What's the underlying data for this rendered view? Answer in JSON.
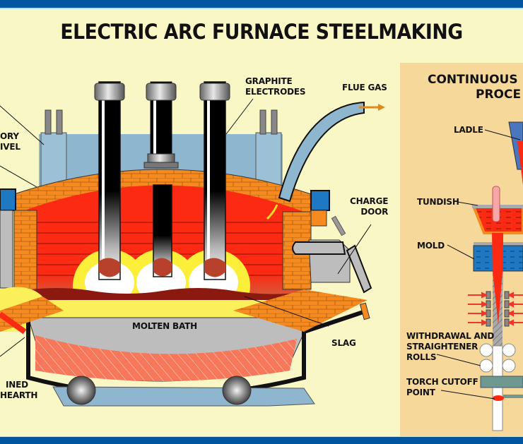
{
  "title": "ELECTRIC ARC FURNACE STEELMAKING",
  "furnace_labels": {
    "graphite_electrodes": [
      "GRAPHITE",
      "ELECTRODES"
    ],
    "flue_gas": "FLUE GAS",
    "refractory_swivel": [
      "ORY",
      "IVEL"
    ],
    "charge_door": [
      "CHARGE",
      "DOOR"
    ],
    "molten_bath": "MOLTEN BATH",
    "slag": "SLAG",
    "lined_hearth": [
      "INED",
      "HEARTH"
    ]
  },
  "casting_panel": {
    "title": [
      "CONTINUOUS",
      "PROCE"
    ],
    "labels": {
      "ladle": "LADLE",
      "tundish": "TUNDISH",
      "mold": "MOLD",
      "rolls": [
        "WITHDRAWAL AND",
        "STRAIGHTENER",
        "ROLLS"
      ],
      "torch": [
        "TORCH CUTOFF",
        "POINT"
      ]
    }
  },
  "colors": {
    "band": "#0055a0",
    "background": "#faf7c6",
    "panel": "#f6d99a",
    "brick": "#f68a1e",
    "molten": "#fc2a12",
    "bath": "#fbef5a",
    "steel_blue": "#8fb6cf",
    "water": "#1e78c2"
  }
}
